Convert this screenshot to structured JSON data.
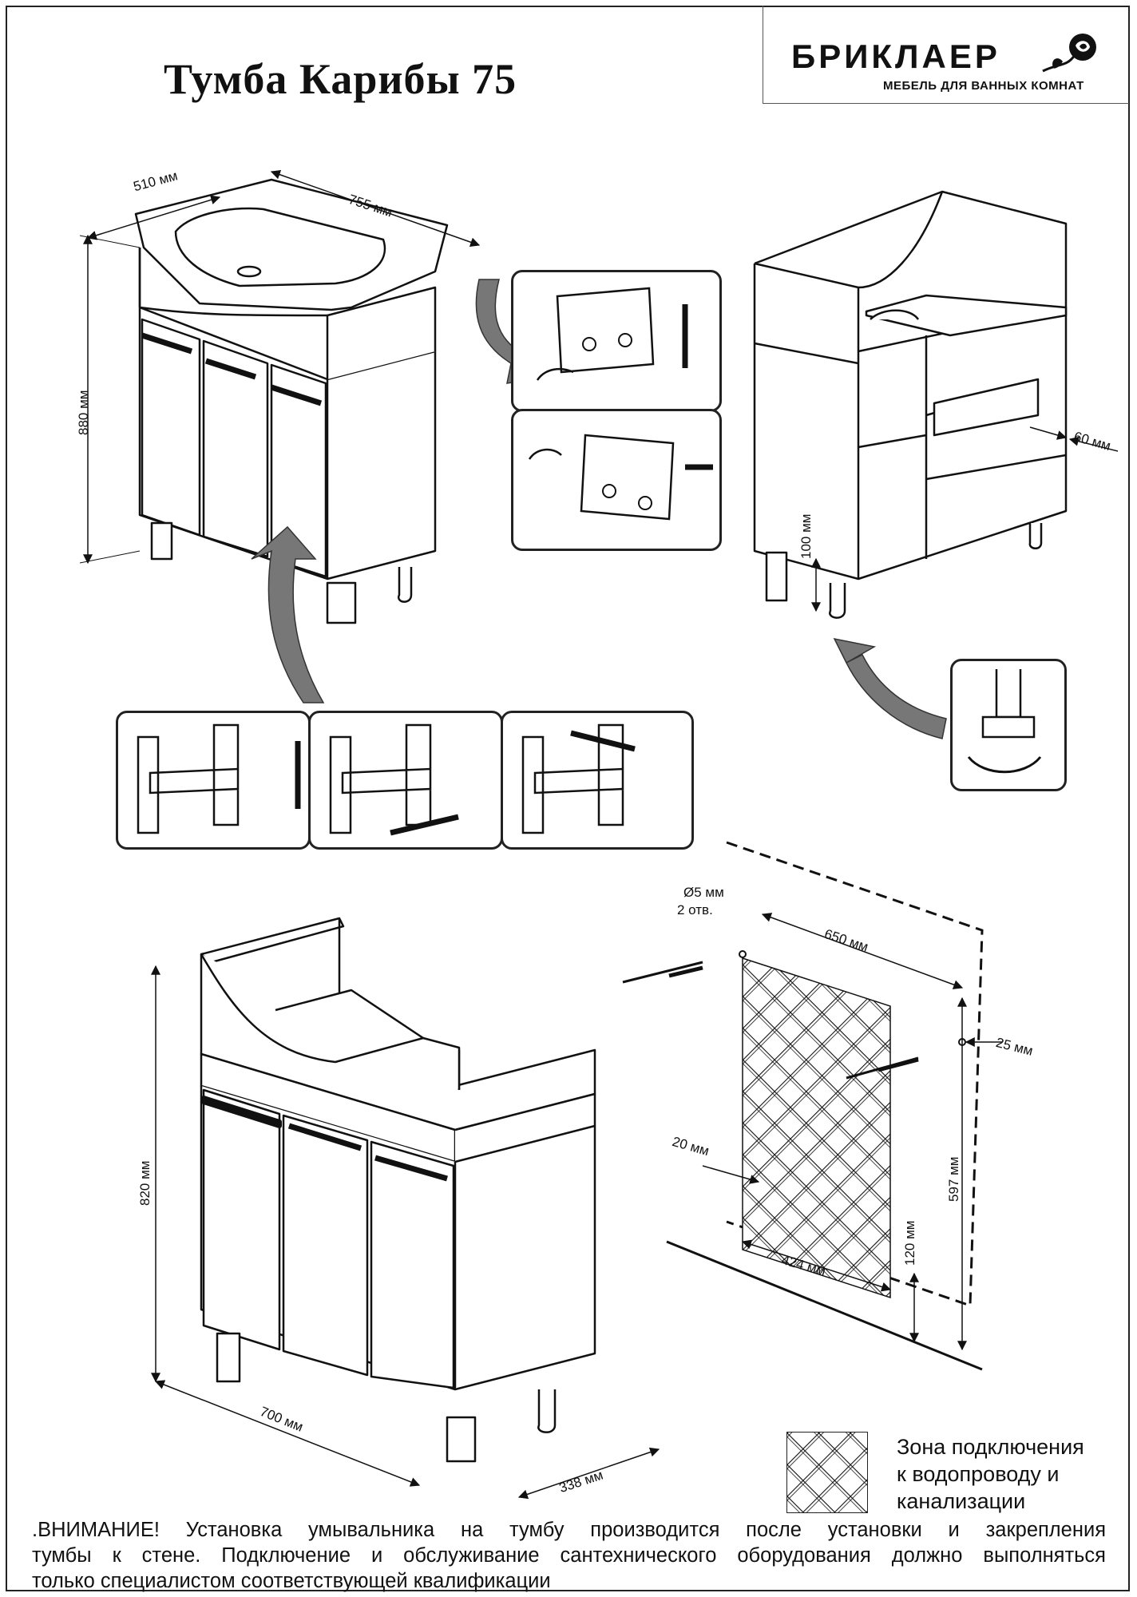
{
  "page": {
    "title": "Тумба Карибы 75"
  },
  "brand": {
    "name": "БРИКЛАЕР",
    "tagline": "МЕБЕЛЬ ДЛЯ ВАННЫХ КОМНАТ"
  },
  "dimensions": {
    "top_width": "755 мм",
    "top_depth": "510 мм",
    "top_height": "880 мм",
    "leg_height": "100 мм",
    "back_gap": "60 мм",
    "bottom_height": "820 мм",
    "bottom_width": "700 мм",
    "bottom_depth": "338 мм",
    "hole_diameter": "Ø5 мм",
    "hole_count": "2 отв.",
    "hole_spacing": "650 мм",
    "hole_side_offset": "25 мм",
    "zone_offset": "20 мм",
    "zone_height": "597 мм",
    "zone_width": "424 мм",
    "zone_bottom": "120 мм"
  },
  "legend": {
    "lines": [
      "Зона подключения",
      "к водопроводу и",
      "канализации"
    ]
  },
  "warning": {
    "line1": ".ВНИМАНИЕ! Установка умывальника на тумбу производится после установки и закрепления",
    "line2": "тумбы к стене. Подключение и обслуживание сантехнического оборудования должно выполняться",
    "line3": "только специалистом соответствующей квалификации"
  }
}
